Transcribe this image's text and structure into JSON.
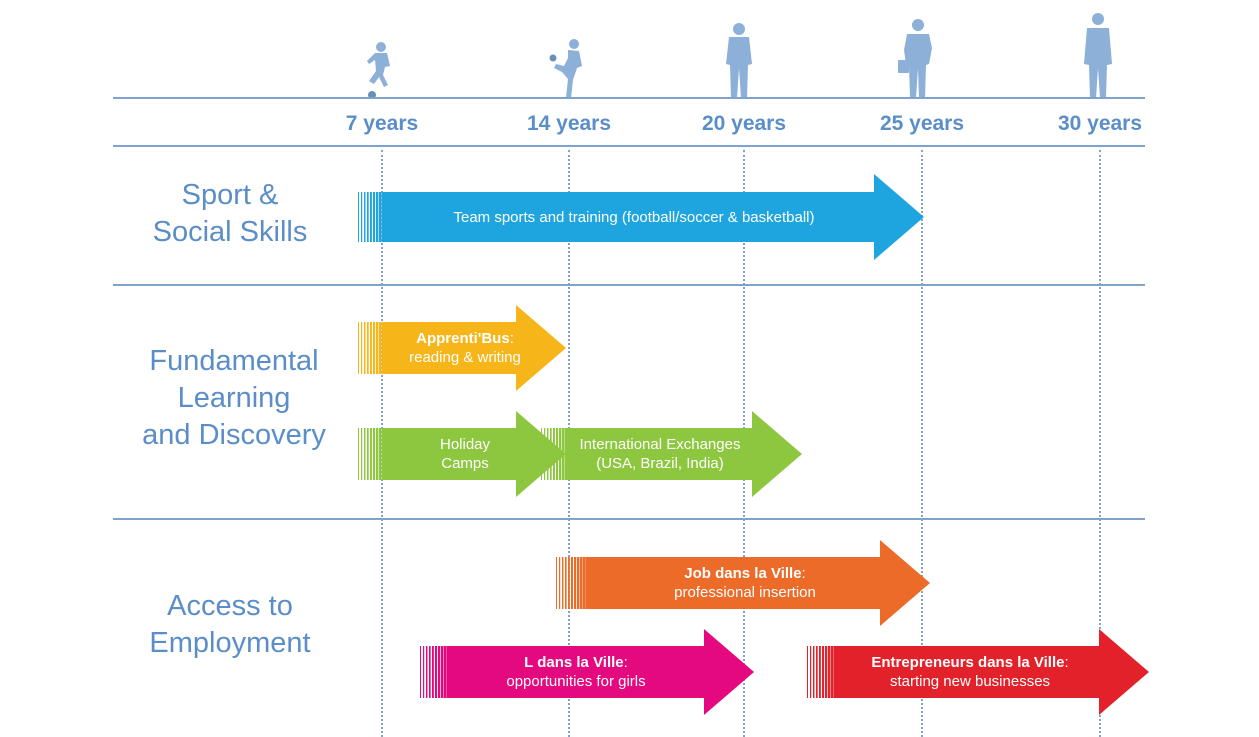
{
  "ages": [
    "7 years",
    "14 years",
    "20 years",
    "25 years",
    "30 years"
  ],
  "categories": {
    "sport": [
      "Sport &",
      "Social Skills"
    ],
    "learning": [
      "Fundamental",
      "Learning",
      "and Discovery"
    ],
    "employment": [
      "Access to",
      "Employment"
    ]
  },
  "programs": {
    "team_sports": {
      "title": "",
      "desc": "Team sports and training (football/soccer & basketball)"
    },
    "apprentibus": {
      "title": "Apprenti'Bus",
      "desc": "reading & writing"
    },
    "holiday": {
      "title": "",
      "desc": "Holiday Camps"
    },
    "exchanges": {
      "title": "",
      "desc": "International Exchanges (USA, Brazil, India)"
    },
    "job": {
      "title": "Job dans la Ville",
      "desc": "professional insertion"
    },
    "l_ville": {
      "title": "L dans la Ville",
      "desc": "opportunities for girls"
    },
    "entrepreneurs": {
      "title": "Entrepreneurs dans la Ville",
      "desc": "starting new businesses"
    }
  },
  "colors": {
    "line": "#7fa3cc",
    "text": "#5b8ec8",
    "blue": "#1ea5e0",
    "yellow": "#f6b519",
    "green": "#8dc63f",
    "orange": "#ec6b29",
    "magenta": "#e5097f",
    "red": "#e3212a",
    "silhouette": "#8db0d8"
  },
  "icons": [
    "child-soccer-icon",
    "teen-soccer-icon",
    "young-man-icon",
    "businessman-phone-icon",
    "businessman-suit-icon"
  ]
}
